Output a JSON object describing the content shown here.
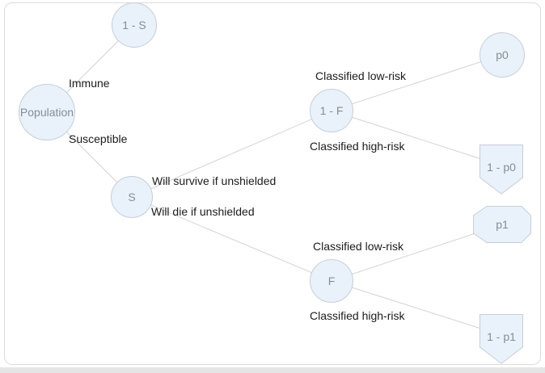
{
  "colors": {
    "page_background": "#ffffff",
    "card_border": "#dcdcdc",
    "bottom_strip": "#e5e5e5",
    "node_fill": "#e9f2fa",
    "node_border": "#c6ced8",
    "node_text": "#858c94",
    "edge_line": "#d4d4d4",
    "edge_label_text": "#1b1b1b"
  },
  "diagram": {
    "type": "probability-tree",
    "nodes": [
      {
        "id": "population",
        "label": "Population",
        "shape": "circle"
      },
      {
        "id": "one_minus_s",
        "label": "1 - S",
        "shape": "circle"
      },
      {
        "id": "s",
        "label": "S",
        "shape": "circle"
      },
      {
        "id": "one_minus_f",
        "label": "1 - F",
        "shape": "circle"
      },
      {
        "id": "f",
        "label": "F",
        "shape": "circle"
      },
      {
        "id": "p0",
        "label": "p0",
        "shape": "circle"
      },
      {
        "id": "one_minus_p0",
        "label": "1 - p0",
        "shape": "banner-down"
      },
      {
        "id": "p1",
        "label": "p1",
        "shape": "octagon"
      },
      {
        "id": "one_minus_p1",
        "label": "1 - p1",
        "shape": "banner-down"
      }
    ],
    "edges": [
      {
        "from": "population",
        "to": "one_minus_s",
        "label": "Immune"
      },
      {
        "from": "population",
        "to": "s",
        "label": "Susceptible"
      },
      {
        "from": "s",
        "to": "one_minus_f",
        "label": "Will survive if unshielded"
      },
      {
        "from": "s",
        "to": "f",
        "label": "Will die if unshielded"
      },
      {
        "from": "one_minus_f",
        "to": "p0",
        "label": "Classified low-risk"
      },
      {
        "from": "one_minus_f",
        "to": "one_minus_p0",
        "label": "Classified high-risk"
      },
      {
        "from": "f",
        "to": "p1",
        "label": "Classified low-risk"
      },
      {
        "from": "f",
        "to": "one_minus_p1",
        "label": "Classified high-risk"
      }
    ]
  }
}
